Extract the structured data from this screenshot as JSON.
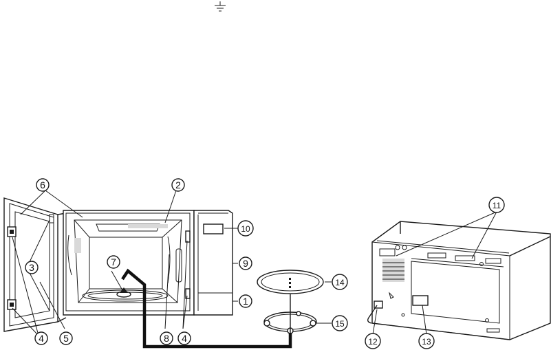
{
  "callouts": {
    "c1": "1",
    "c2": "2",
    "c3": "3",
    "c4a": "4",
    "c4b": "4",
    "c5": "5",
    "c6": "6",
    "c7": "7",
    "c8": "8",
    "c9": "9",
    "c10": "10",
    "c11": "11",
    "c12": "12",
    "c13": "13",
    "c14": "14",
    "c15": "15"
  },
  "icons": {
    "ground": "ground-symbol-icon"
  },
  "colors": {
    "line": "#1a1a1a",
    "background": "#ffffff"
  }
}
